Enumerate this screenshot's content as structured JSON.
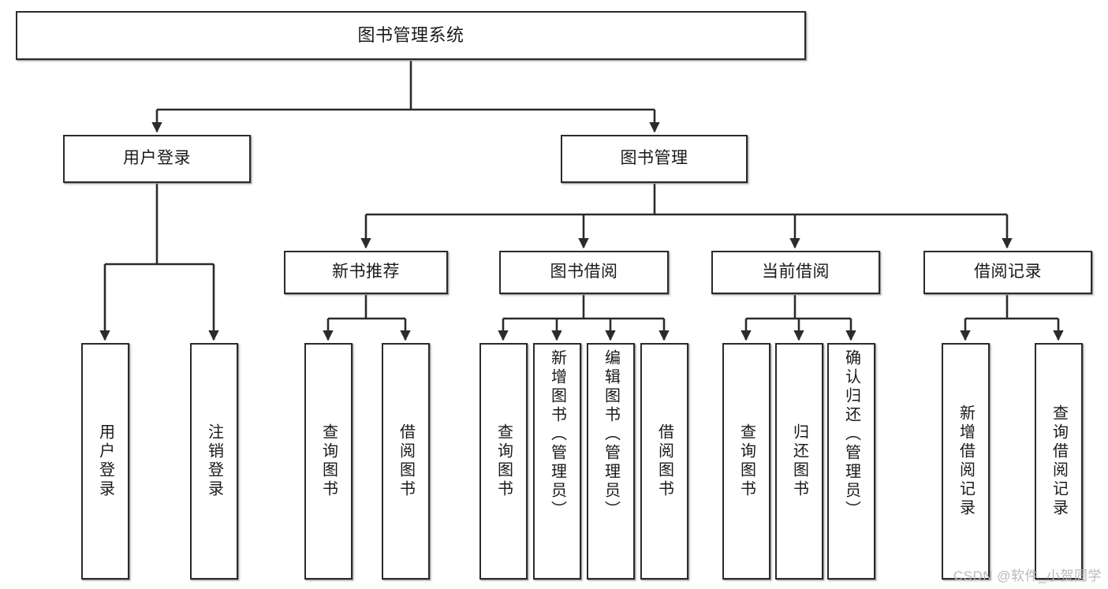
{
  "diagram": {
    "title": "图书管理系统",
    "type": "tree-hierarchy-diagram",
    "orientation": "top-down",
    "colors": {
      "box_border": "#2b2b2b",
      "box_fill": "#ffffff",
      "edge": "#2b2b2b",
      "text": "#1a1a1a",
      "watermark": "#b9b9b9",
      "background": "#ffffff"
    }
  },
  "watermark": {
    "text": "CSDN @软件_小贺同学"
  },
  "nodes": {
    "root": {
      "label": "图书管理系统"
    },
    "level2": [
      {
        "id": "user-login",
        "label": "用户登录"
      },
      {
        "id": "book-manage",
        "label": "图书管理"
      }
    ],
    "level3": [
      {
        "id": "new-book-recommend",
        "label": "新书推荐"
      },
      {
        "id": "book-borrow",
        "label": "图书借阅"
      },
      {
        "id": "current-borrow",
        "label": "当前借阅"
      },
      {
        "id": "borrow-record",
        "label": "借阅记录"
      }
    ],
    "leaves": {
      "user_login": [
        {
          "id": "leaf-user-login",
          "label": "用户登录"
        },
        {
          "id": "leaf-logout-login",
          "label": "注销登录"
        }
      ],
      "new_book_recommend": [
        {
          "id": "leaf-query-book-1",
          "label": "查询图书"
        },
        {
          "id": "leaf-borrow-book-1",
          "label": "借阅图书"
        }
      ],
      "book_borrow": [
        {
          "id": "leaf-query-book-2",
          "label": "查询图书"
        },
        {
          "id": "leaf-add-book",
          "label": "新增图书（管理员）"
        },
        {
          "id": "leaf-edit-book",
          "label": "编辑图书（管理员）"
        },
        {
          "id": "leaf-borrow-book-2",
          "label": "借阅图书"
        }
      ],
      "current_borrow": [
        {
          "id": "leaf-query-book-3",
          "label": "查询图书"
        },
        {
          "id": "leaf-return-book",
          "label": "归还图书"
        },
        {
          "id": "leaf-confirm-return",
          "label": "确认归还（管理员）"
        }
      ],
      "borrow_record": [
        {
          "id": "leaf-add-record",
          "label": "新增借阅记录"
        },
        {
          "id": "leaf-query-record",
          "label": "查询借阅记录"
        }
      ]
    }
  }
}
